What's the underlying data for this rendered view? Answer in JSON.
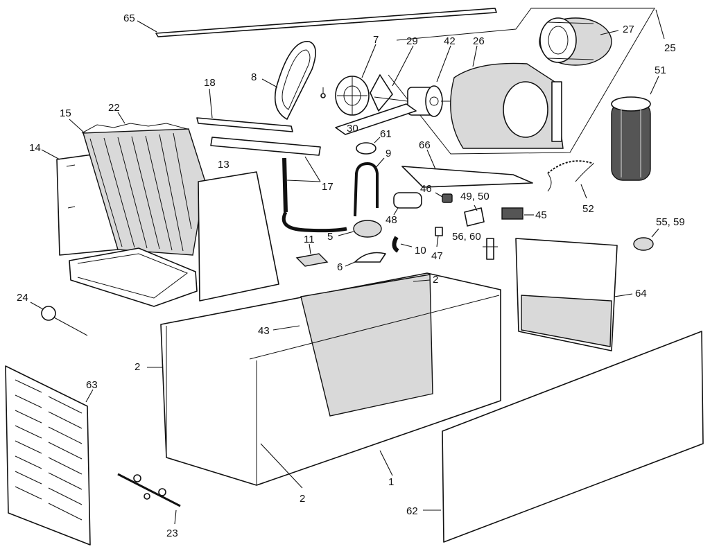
{
  "callouts": {
    "c65": "65",
    "c25": "25",
    "c27": "27",
    "c26": "26",
    "c42": "42",
    "c29": "29",
    "c7": "7",
    "c8": "8",
    "c51": "51",
    "c18": "18",
    "c22": "22",
    "c15": "15",
    "c14": "14",
    "c13": "13",
    "c17": "17",
    "c30": "30",
    "c61": "61",
    "c9": "9",
    "c66": "66",
    "c46": "46",
    "c4950": "49, 50",
    "c45": "45",
    "c52": "52",
    "c48": "48",
    "c5559": "55, 59",
    "c5": "5",
    "c11": "11",
    "c10": "10",
    "c47": "47",
    "c5660": "56, 60",
    "c6": "6",
    "c2a": "2",
    "c24": "24",
    "c43": "43",
    "c64": "64",
    "c2b": "2",
    "c63": "63",
    "c1": "1",
    "c2c": "2",
    "c62": "62",
    "c23": "23"
  }
}
